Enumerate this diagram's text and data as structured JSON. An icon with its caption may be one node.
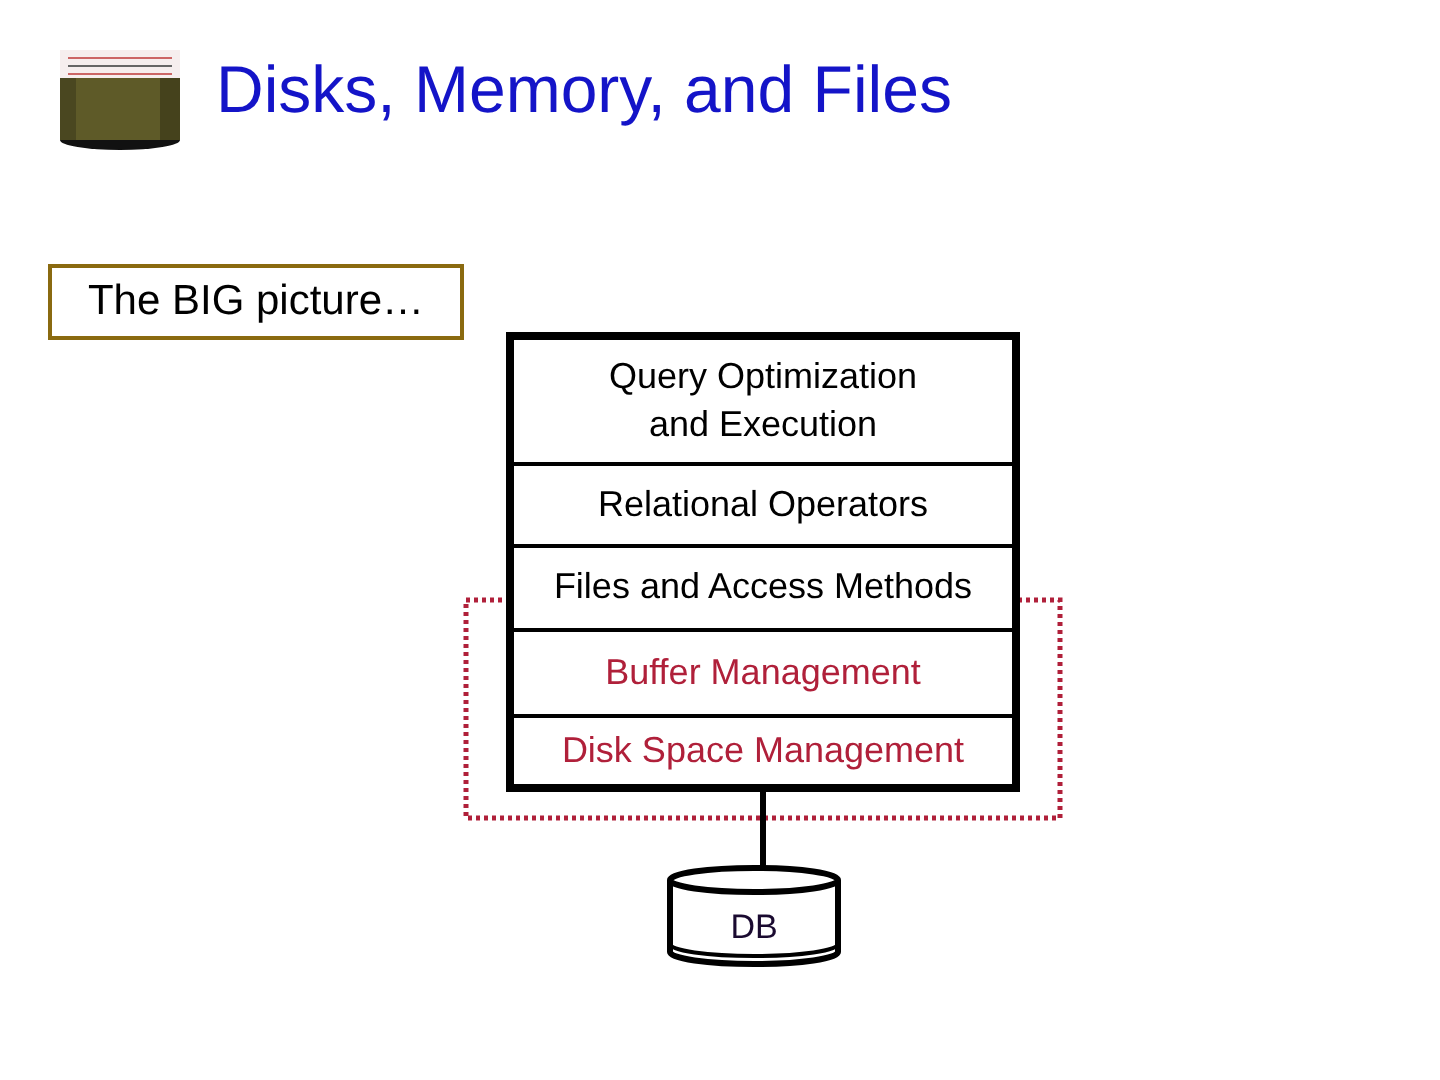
{
  "diagram": {
    "title": "Disks, Memory, and Files",
    "nodes": [
      {
        "text": [
          "The BIG picture…"
        ]
      },
      {
        "text": [],
        "shape": "box"
      },
      {
        "text": [
          "Query Optimization and Execution"
        ],
        "in": 1
      },
      {
        "text": [
          "Relational Operators"
        ],
        "in": 1
      },
      {
        "text": [
          "Files and Access Methods"
        ],
        "in": 1
      },
      {
        "text": [
          "Buffer Management"
        ],
        "in": 1
      },
      {
        "text": [
          "Disk Space Management"
        ],
        "in": 1
      },
      {
        "text": [
          "DB"
        ]
      }
    ],
    "edges": [
      {
        "from": 1,
        "to": 7,
        "arrow": "none"
      }
    ]
  }
}
